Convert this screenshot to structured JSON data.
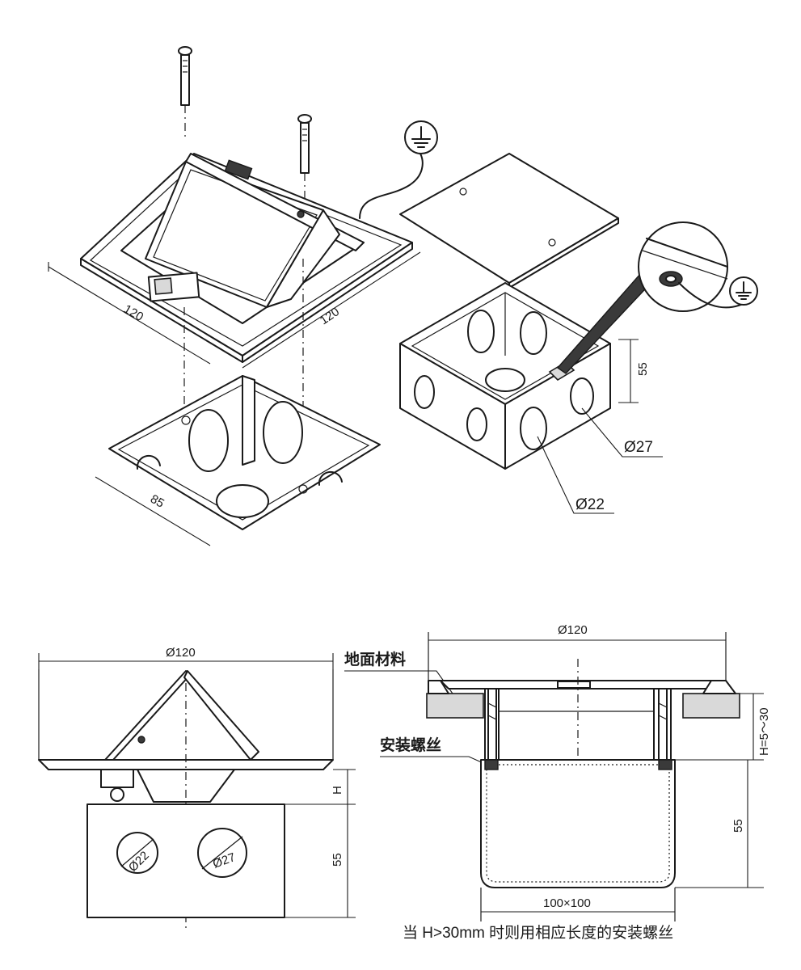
{
  "top_view": {
    "cover_width": "120",
    "cover_depth": "120",
    "mount_box_width": "85"
  },
  "box_view": {
    "height": "55",
    "hole_large": "Ø27",
    "hole_small": "Ø22"
  },
  "side_view_left": {
    "diameter": "Ø120",
    "height_gap": "H",
    "box_height": "55",
    "hole_small": "Ø22",
    "hole_large": "Ø27"
  },
  "side_view_right": {
    "diameter": "Ø120",
    "floor_material": "地面材料",
    "install_screw": "安装螺丝",
    "adjust_height": "H=5～30",
    "box_height": "55",
    "box_size": "100×100"
  },
  "note": "当 H>30mm 时则用相应长度的安装螺丝",
  "icons": {
    "ground_top": "ground-symbol",
    "ground_detail": "ground-symbol"
  }
}
